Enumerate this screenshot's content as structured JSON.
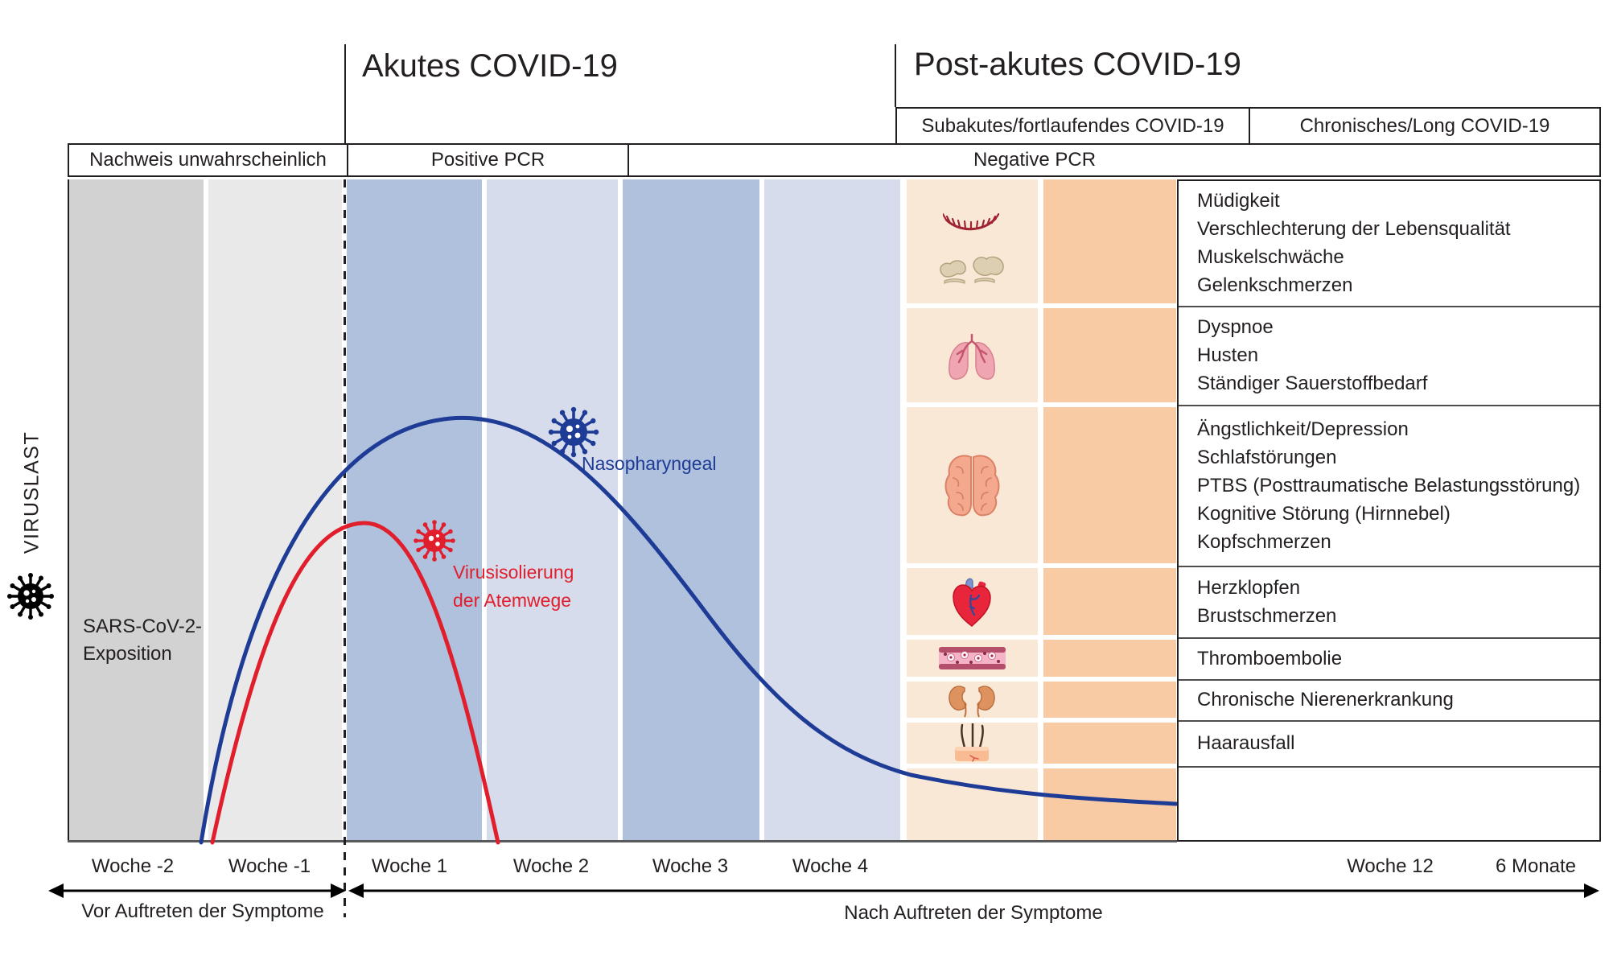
{
  "header": {
    "acute_title": "Akutes COVID-19",
    "post_acute_title": "Post-akutes COVID-19",
    "subacute_label": "Subakutes/fortlaufendes COVID-19",
    "chronic_label": "Chronisches/Long COVID-19"
  },
  "pcr_row": {
    "no_detection": "Nachweis unwahrscheinlich",
    "positive": "Positive PCR",
    "negative": "Negative PCR"
  },
  "y_axis_label": "VIRUSLAST",
  "exposure": {
    "line1": "SARS-CoV-2-",
    "line2": "Exposition"
  },
  "curves": {
    "nasopharyngeal": {
      "label": "Nasopharyngeal",
      "color": "#1E3C96"
    },
    "viral_isolation": {
      "line1": "Virusisolierung",
      "line2": "der Atemwege",
      "color": "#E01E2C"
    }
  },
  "symptom_groups": [
    {
      "icon": "closed-eye-and-joint",
      "symptoms": [
        "Müdigkeit",
        "Verschlechterung der Lebensqualität",
        "Muskelschwäche",
        "Gelenkschmerzen"
      ]
    },
    {
      "icon": "lungs",
      "symptoms": [
        "Dyspnoe",
        "Husten",
        "Ständiger Sauerstoffbedarf"
      ]
    },
    {
      "icon": "brain",
      "symptoms": [
        "Ängstlichkeit/Depression",
        "Schlafstörungen",
        "PTBS (Posttraumatische Belastungsstörung)",
        "Kognitive Störung (Hirnnebel)",
        "Kopfschmerzen"
      ]
    },
    {
      "icon": "heart",
      "symptoms": [
        "Herzklopfen",
        "Brustschmerzen"
      ]
    },
    {
      "icon": "blood-vessel",
      "symptoms": [
        "Thromboembolie"
      ]
    },
    {
      "icon": "kidneys",
      "symptoms": [
        "Chronische Nierenerkrankung"
      ]
    },
    {
      "icon": "skin-hair",
      "symptoms": [
        "Haarausfall"
      ]
    }
  ],
  "timeline": {
    "weeks": [
      "Woche -2",
      "Woche -1",
      "Woche 1",
      "Woche 2",
      "Woche 3",
      "Woche 4",
      "Woche 12",
      "6 Monate"
    ],
    "before_label": "Vor Auftreten der Symptome",
    "after_label": "Nach Auftreten der Symptome"
  },
  "colors": {
    "band_gray_dark": "#D2D2D2",
    "band_gray_light": "#E9E9E9",
    "band_blue": "#AFC1DD",
    "band_blue_light": "#D6DCEC",
    "band_orange_light": "#FAE8D6",
    "band_orange": "#F8CBA4",
    "curve_blue": "#1E3C96",
    "curve_red": "#E01E2C"
  }
}
